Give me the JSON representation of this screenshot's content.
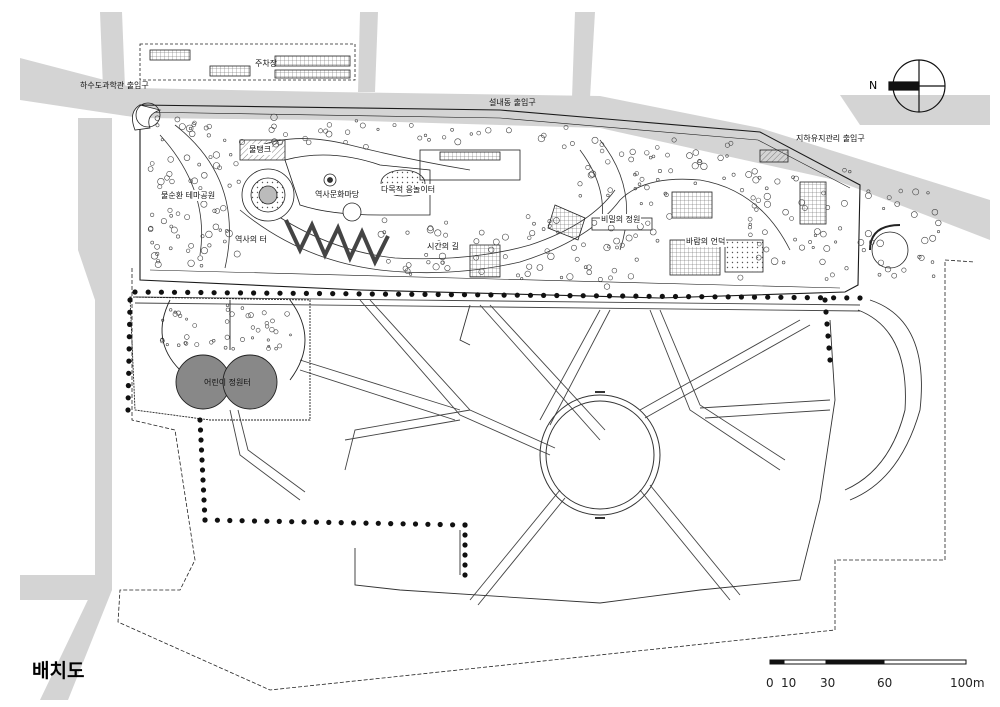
{
  "title": "배치도",
  "labels": {
    "parking": "주차장",
    "hasudo_exit": "하수도과학관 출입구",
    "seolleung_exit": "설내동 출입구",
    "underground_exit": "지하유지관리 출입구",
    "water_tower": "물탱크",
    "circulation_theater": "물순환 테마공원",
    "history_plaza": "역사문화마당",
    "diverse_yard": "다목적 응놀이터",
    "history_road": "역사의 터",
    "time_garden": "시간의 길",
    "sunken_garden": "바람의 언덕",
    "pond_terrace": "비밀의 정원",
    "kids_place": "어린이 정원터"
  },
  "north": {
    "letter": "N"
  },
  "scale": {
    "ticks": [
      "0",
      "10",
      "30",
      "60",
      "100m"
    ]
  },
  "colors": {
    "road": "#d4d4d4",
    "ink": "#1a1a1a",
    "hatch": "#777777",
    "pond": "#888888",
    "paper": "#ffffff"
  }
}
